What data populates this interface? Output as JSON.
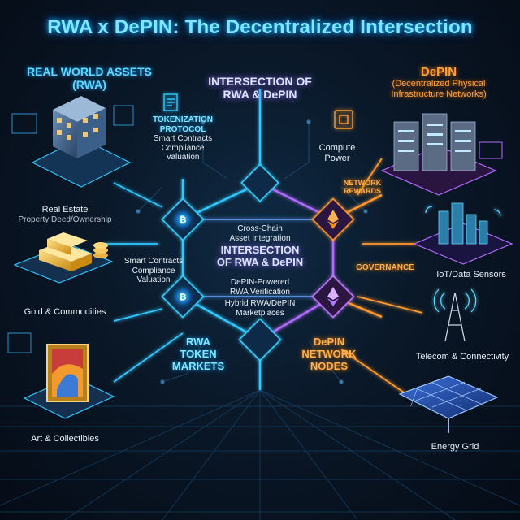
{
  "title": "RWA x DePIN: The Decentralized Intersection",
  "rwa_header": {
    "line1": "REAL WORLD ASSETS",
    "line2": "(RWA)"
  },
  "depin_header": {
    "line1": "DePIN",
    "line2": "(Decentralized Physical",
    "line3": "Infrastructure Networks)"
  },
  "intersection_top": {
    "line1": "INTERSECTION OF",
    "line2": "RWA & DePIN"
  },
  "intersection_center": {
    "line1": "INTERSECTION",
    "line2": "OF RWA & DePIN"
  },
  "tokenization": {
    "line1": "TOKENIZATION",
    "line2": "PROTOCOL",
    "line3": "Smart Contracts",
    "line4": "Compliance",
    "line5": "Valuation"
  },
  "compute": {
    "line1": "Compute",
    "line2": "Power"
  },
  "network_rewards": {
    "line1": "NETWORK",
    "line2": "REWARDS"
  },
  "real_estate": {
    "line1": "Real Estate",
    "line2": "Property Deed/Ownership"
  },
  "cross_chain": {
    "line1": "Cross-Chain",
    "line2": "Asset Integration"
  },
  "smart_mid": {
    "line1": "Smart Contracts",
    "line2": "Compliance",
    "line3": "Valuation"
  },
  "governance": "GOVERNANCE",
  "iot": "IoT/Data Sensors",
  "depin_powered": {
    "line1": "DePIN-Powered",
    "line2": "RWA Verification"
  },
  "hybrid": {
    "line1": "Hybrid RWA/DePIN",
    "line2": "Marketplaces"
  },
  "gold": "Gold & Commodities",
  "telecom": "Telecom & Connectivity",
  "rwa_token": {
    "line1": "RWA",
    "line2": "TOKEN",
    "line3": "MARKETS"
  },
  "depin_nodes": {
    "line1": "DePIN",
    "line2": "NETWORK",
    "line3": "NODES"
  },
  "art": "Art & Collectibles",
  "energy": "Energy Grid",
  "colors": {
    "cyan": "#30c8ff",
    "orange": "#ff9a2e",
    "purple": "#b36bff",
    "background": "#07111f"
  },
  "icons": [
    "building-icon",
    "server-rack-icon",
    "gold-bars-icon",
    "city-iot-icon",
    "art-frame-icon",
    "telecom-tower-icon",
    "solar-panel-icon",
    "document-icon",
    "chip-icon",
    "bitcoin-icon",
    "ethereum-icon"
  ]
}
